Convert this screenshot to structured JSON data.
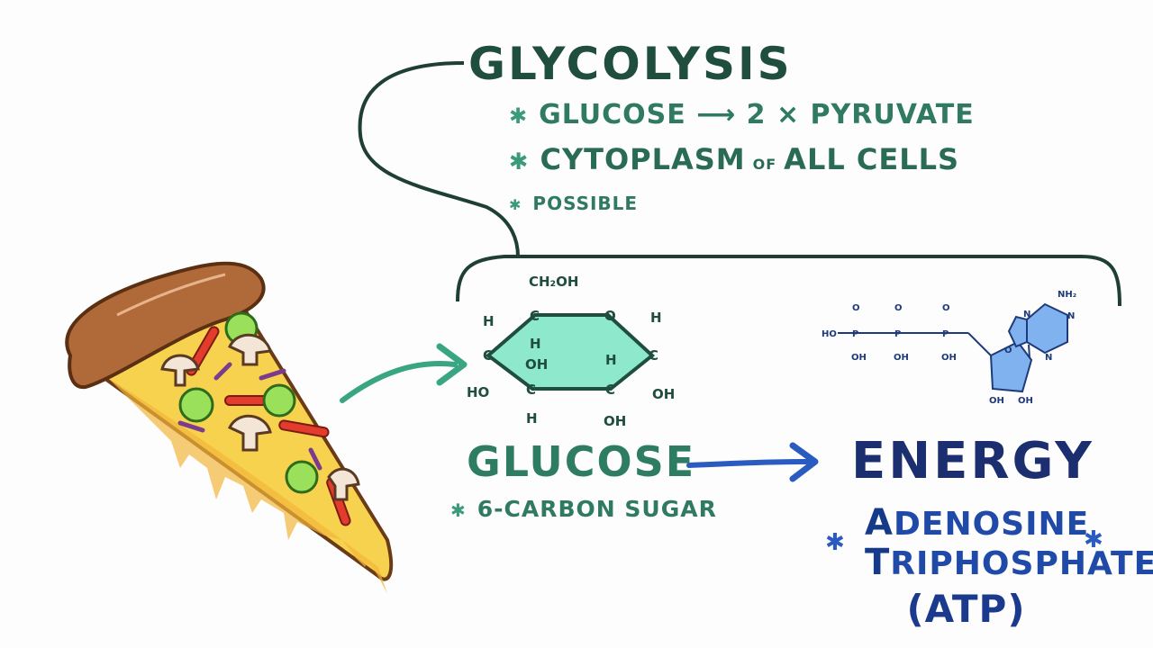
{
  "title": "GLYCOLYSIS",
  "bullets": {
    "star": "✱",
    "b1": "GLUCOSE ⟶ 2 × PYRUVATE",
    "b2_a": "CYTOPLASM",
    "b2_of": "OF",
    "b2_b": "ALL CELLS",
    "b3": "POSSIBLE"
  },
  "glucose": {
    "label": "GLUCOSE",
    "subtitle": "6-CARBON SUGAR",
    "atoms": {
      "ch2oh": "CH₂OH",
      "c": "C",
      "o": "O",
      "h": "H",
      "oh": "OH",
      "ho": "HO"
    }
  },
  "energy": {
    "label": "ENERGY",
    "line1_first": "A",
    "line1_rest": "DENOSINE",
    "line2_first": "T",
    "line2_rest": "RIPHOSPHATE",
    "line3": "(ATP)",
    "star": "✱"
  },
  "atp_molecule": {
    "nh2": "NH₂",
    "ho": "HO",
    "p": "P",
    "o": "O",
    "oh": "OH",
    "n": "N"
  },
  "colors": {
    "title": "#1f4d3e",
    "teal": "#2f7a61",
    "ring_fill": "#8ee8cc",
    "navy": "#1b2f70",
    "blue": "#2a5bc0"
  }
}
